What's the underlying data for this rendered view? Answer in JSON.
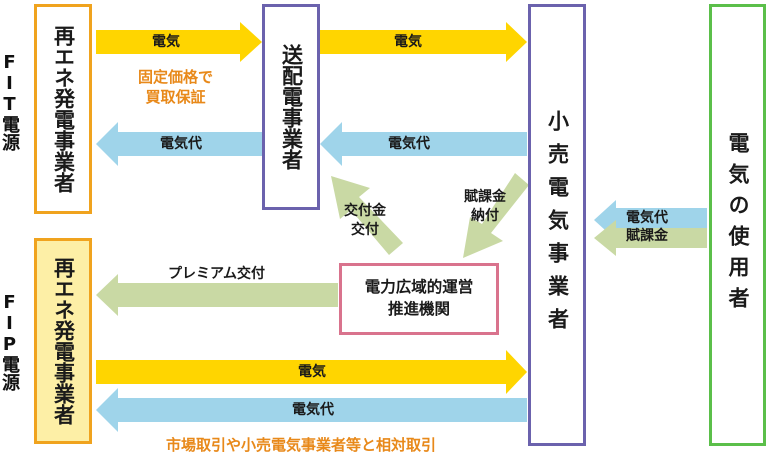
{
  "labels": {
    "fit_power_source": "FIT電源",
    "fip_power_source": "FIP電源",
    "renewable_fit": "再エネ発電事業者",
    "renewable_fip": "再エネ発電事業者",
    "transmission": "送配電事業者",
    "retailer": "小売電気事業者",
    "consumer": "電気の使用者",
    "occto_line1": "電力広域的運営",
    "occto_line2": "推進機関"
  },
  "arrows": {
    "fit_electricity_1": "電気",
    "fit_electricity_2": "電気",
    "fixed_price_line1": "固定価格で",
    "fixed_price_line2": "買取保証",
    "fee_1": "電気代",
    "fee_2": "電気代",
    "subsidy_line1": "交付金",
    "subsidy_line2": "交付",
    "levy_line1": "賦課金",
    "levy_line2": "納付",
    "consumer_pay_line1": "電気代",
    "consumer_pay_line2": "賦課金",
    "premium": "プレミアム交付",
    "fip_electricity": "電気",
    "fip_fee": "電気代",
    "market_note": "市場取引や小売電気事業者等と相対取引"
  },
  "colors": {
    "yellow_arrow": "#ffd500",
    "blue_arrow": "#9fd4ea",
    "green_arrow": "#c9d9a4",
    "orange_border": "#f0a31e",
    "purple_border": "#6b62ad",
    "green_border": "#5bbf4a",
    "pink_border": "#d9738d",
    "fip_fill": "#fdefa6",
    "orange_text": "#e8891a"
  }
}
